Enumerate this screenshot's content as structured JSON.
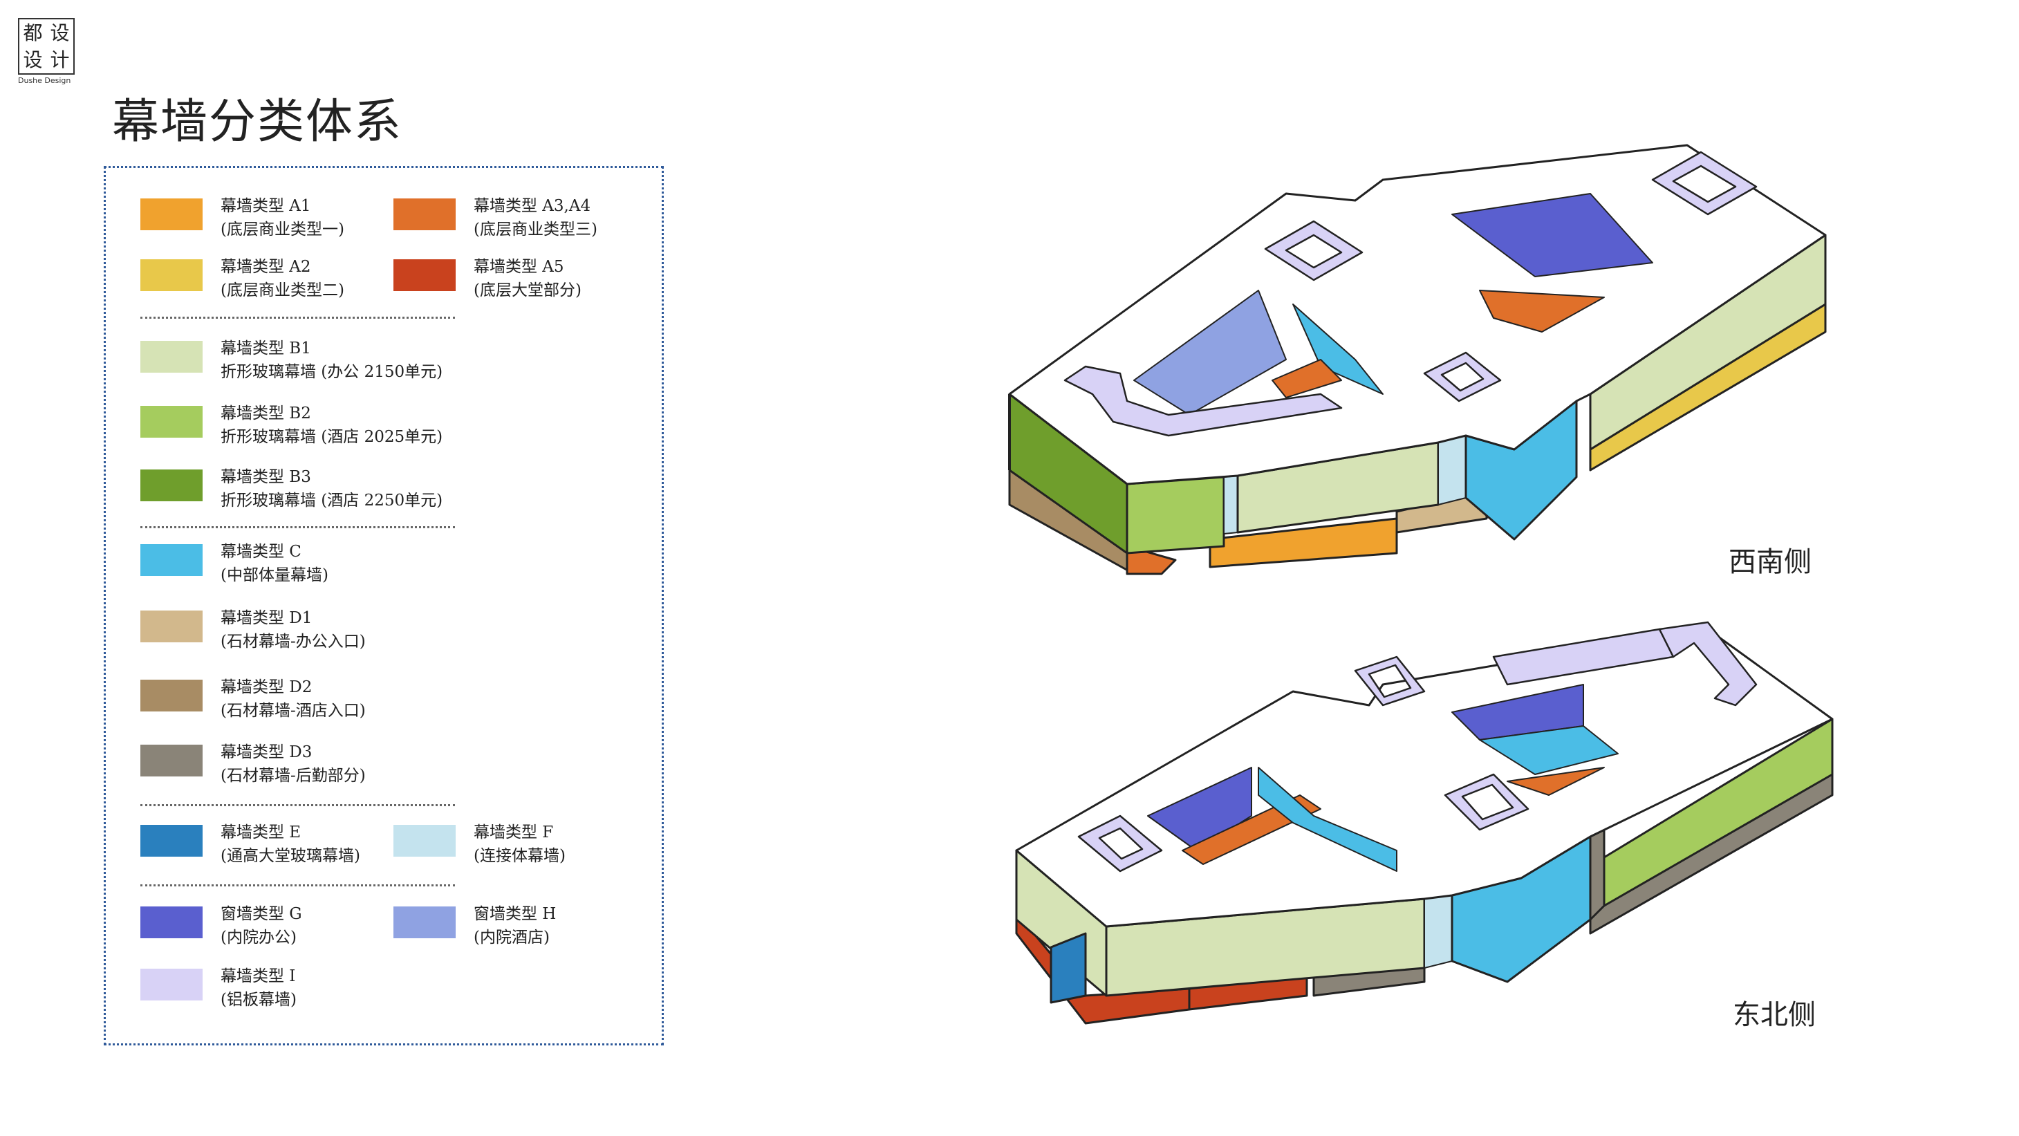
{
  "logo": {
    "chars": [
      "都",
      "设",
      "设",
      "计"
    ],
    "subtitle": "Dushe Design"
  },
  "title": "幕墙分类体系",
  "legend": [
    {
      "name": "幕墙类型 A1",
      "desc": "(底层商业类型一)",
      "color": "#f0a22e"
    },
    {
      "name": "幕墙类型 A3,A4",
      "desc": "(底层商业类型三)",
      "color": "#e0702a"
    },
    {
      "name": "幕墙类型 A2",
      "desc": "(底层商业类型二)",
      "color": "#e8c84a"
    },
    {
      "name": "幕墙类型 A5",
      "desc": "(底层大堂部分)",
      "color": "#c9421e"
    },
    {
      "name": "幕墙类型 B1",
      "desc": "折形玻璃幕墙 (办公 2150单元)",
      "color": "#d6e3b5"
    },
    {
      "name": "幕墙类型 B2",
      "desc": "折形玻璃幕墙 (酒店 2025单元)",
      "color": "#a5cc5e"
    },
    {
      "name": "幕墙类型 B3",
      "desc": "折形玻璃幕墙 (酒店 2250单元)",
      "color": "#6f9e2c"
    },
    {
      "name": "幕墙类型 C",
      "desc": "(中部体量幕墙)",
      "color": "#4bbde6"
    },
    {
      "name": "幕墙类型 D1",
      "desc": "(石材幕墙-办公入口)",
      "color": "#d2b88c"
    },
    {
      "name": "幕墙类型 D2",
      "desc": "(石材幕墙-酒店入口)",
      "color": "#a88c64"
    },
    {
      "name": "幕墙类型 D3",
      "desc": "(石材幕墙-后勤部分)",
      "color": "#8a8478"
    },
    {
      "name": "幕墙类型 E",
      "desc": "(通高大堂玻璃幕墙)",
      "color": "#2a80be"
    },
    {
      "name": "幕墙类型 F",
      "desc": "(连接体幕墙)",
      "color": "#c4e3ee"
    },
    {
      "name": "窗墙类型 G",
      "desc": "(内院办公)",
      "color": "#5a5fcf"
    },
    {
      "name": "窗墙类型 H",
      "desc": "(内院酒店)",
      "color": "#8fa2e2"
    },
    {
      "name": "幕墙类型 I",
      "desc": "(铝板幕墙)",
      "color": "#d8d2f6"
    }
  ],
  "views": {
    "southwest": "西南侧",
    "northeast": "东北侧"
  }
}
